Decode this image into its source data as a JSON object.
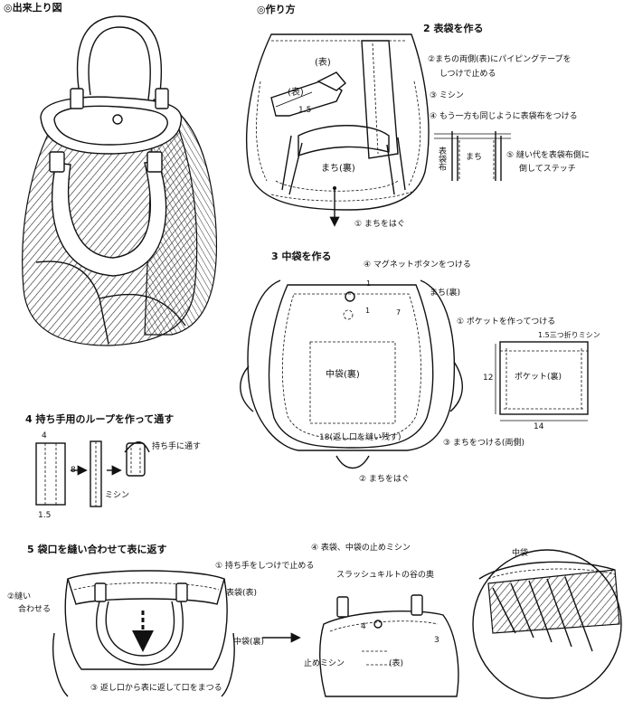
{
  "sections": {
    "finished_title": "◎出来上り図",
    "howto_title": "◎作り方",
    "step2_title": "2 表袋を作る",
    "step3_title": "3 中袋を作る",
    "step4_title": "4 持ち手用のループを作って通す",
    "step5_title": "5 袋口を縫い合わせて表に返す"
  },
  "step2": {
    "label_omote": "(表)",
    "label_omote2": "(表)",
    "dim_15": "1.5",
    "label_machi_ura": "まち(裏)",
    "label_omotebukuro": "表袋布",
    "label_machi": "まち",
    "note2_line1": "②まちの両側(表)にパイピングテープを",
    "note2_line2": "しつけで止める",
    "note3": "③ ミシン",
    "note4": "④ もう一方も同じように表袋布をつける",
    "note5_line1": "⑤ 縫い代を表袋布側に",
    "note5_line2": "倒してステッチ",
    "note1": "① まちをはぐ"
  },
  "step3": {
    "note4": "④ マグネットボタンをつける",
    "dim_1a": "1",
    "dim_1b": "1",
    "dim_7": "7",
    "label_machi_ura": "まち(裏)",
    "label_nakabukuro": "中袋(裏)",
    "note1": "① ポケットを作ってつける",
    "pocket_hem": "1.5三つ折りミシン",
    "pocket_label": "ポケット(裏)",
    "pocket_h": "12",
    "pocket_w": "14",
    "opening_note": "18(返し口を縫い残す)",
    "note3": "③ まちをつける(両側)",
    "note2": "② まちをはぐ"
  },
  "step4": {
    "dim_4": "4",
    "dim_8": "8",
    "dim_15": "1.5",
    "label_sew": "ミシン",
    "label_pass": "持ち手に通す"
  },
  "step5": {
    "note1": "① 持ち手をしつけで止める",
    "note2_line1": "②縫い",
    "note2_line2": "合わせる",
    "label_omote": "表袋(表)",
    "label_naka": "中袋(裏)",
    "note3": "③ 返し口から表に返して口をまつる",
    "note4": "④ 表袋、中袋の止めミシン",
    "label_quilt": "スラッシュキルトの谷の奥",
    "label_nakabukuro": "中袋",
    "dim_4": "4",
    "dim_3": "3",
    "label_stop": "止めミシン",
    "label_omote_small": "(表)"
  }
}
